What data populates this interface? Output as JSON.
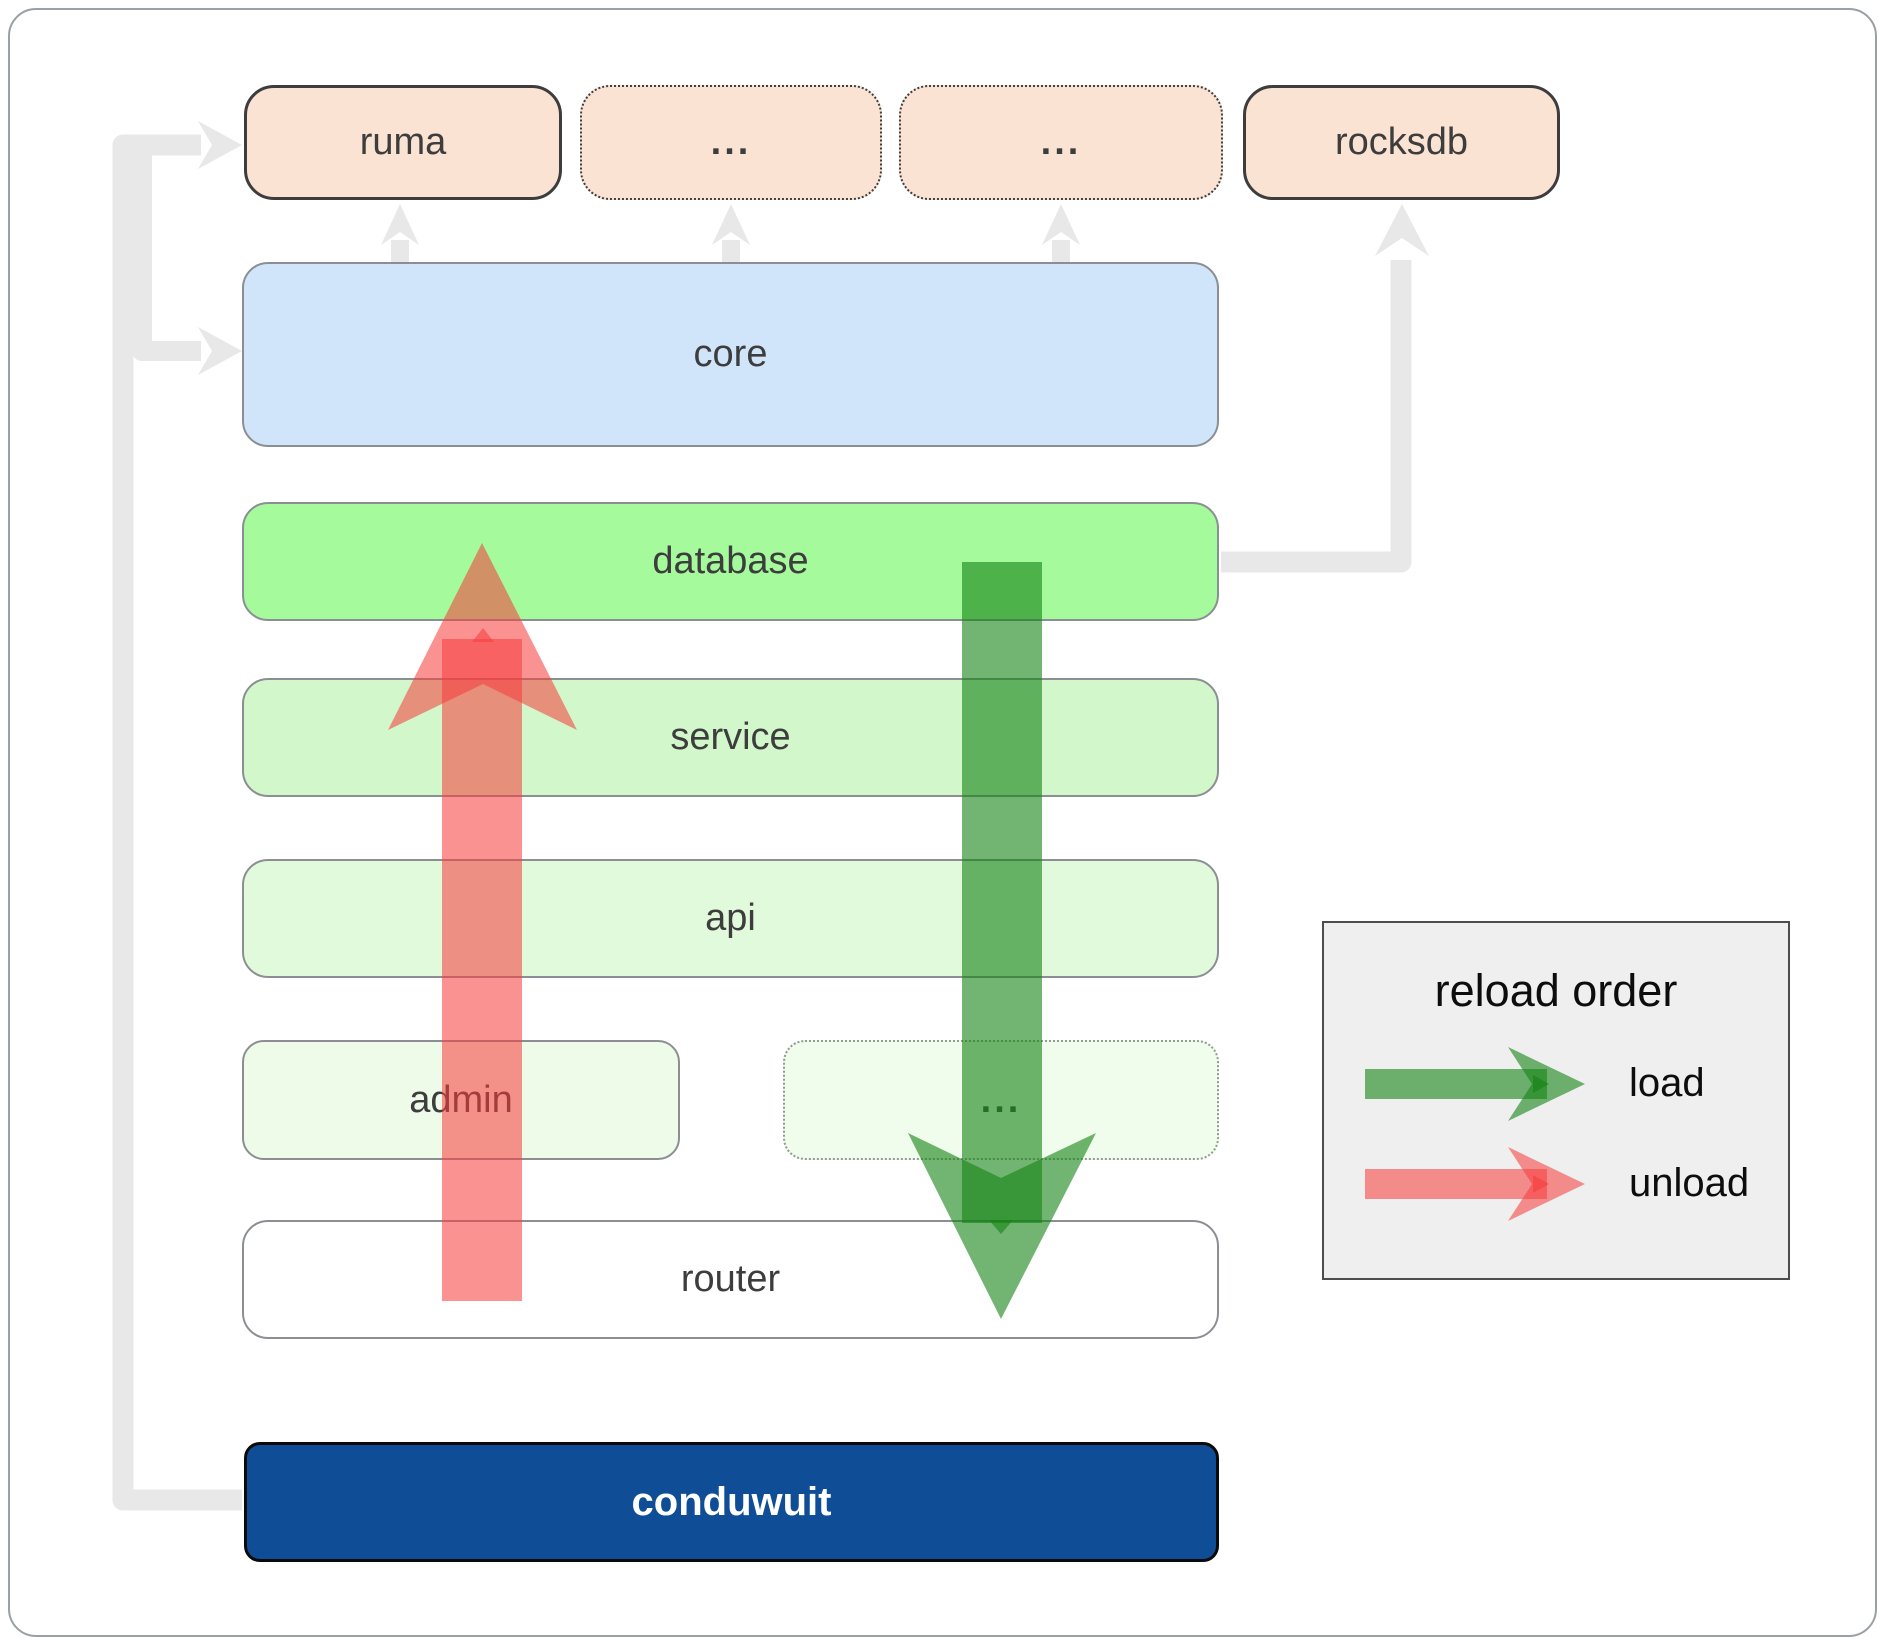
{
  "nodes": {
    "ruma": "ruma",
    "ellipsis_top_1": "...",
    "ellipsis_top_2": "...",
    "rocksdb": "rocksdb",
    "core": "core",
    "database": "database",
    "service": "service",
    "api": "api",
    "admin": "admin",
    "ellipsis_mid": "...",
    "router": "router",
    "conduwuit": "conduwuit"
  },
  "legend": {
    "title": "reload order",
    "load_label": "load",
    "unload_label": "unload"
  },
  "colors": {
    "load_arrow_green": "#148214",
    "unload_arrow_red": "#f63c3c",
    "connector_gray": "#e8e8e8",
    "module_peach": "#fbe3d3",
    "core_blue": "#d0e5fa",
    "database_green": "#a5fa9c",
    "service_green": "#d2f7ca",
    "api_green": "#e2fadc",
    "admin_green": "#eefbe9",
    "conduwuit_blue": "#0f4e96",
    "legend_background": "#efefef"
  }
}
